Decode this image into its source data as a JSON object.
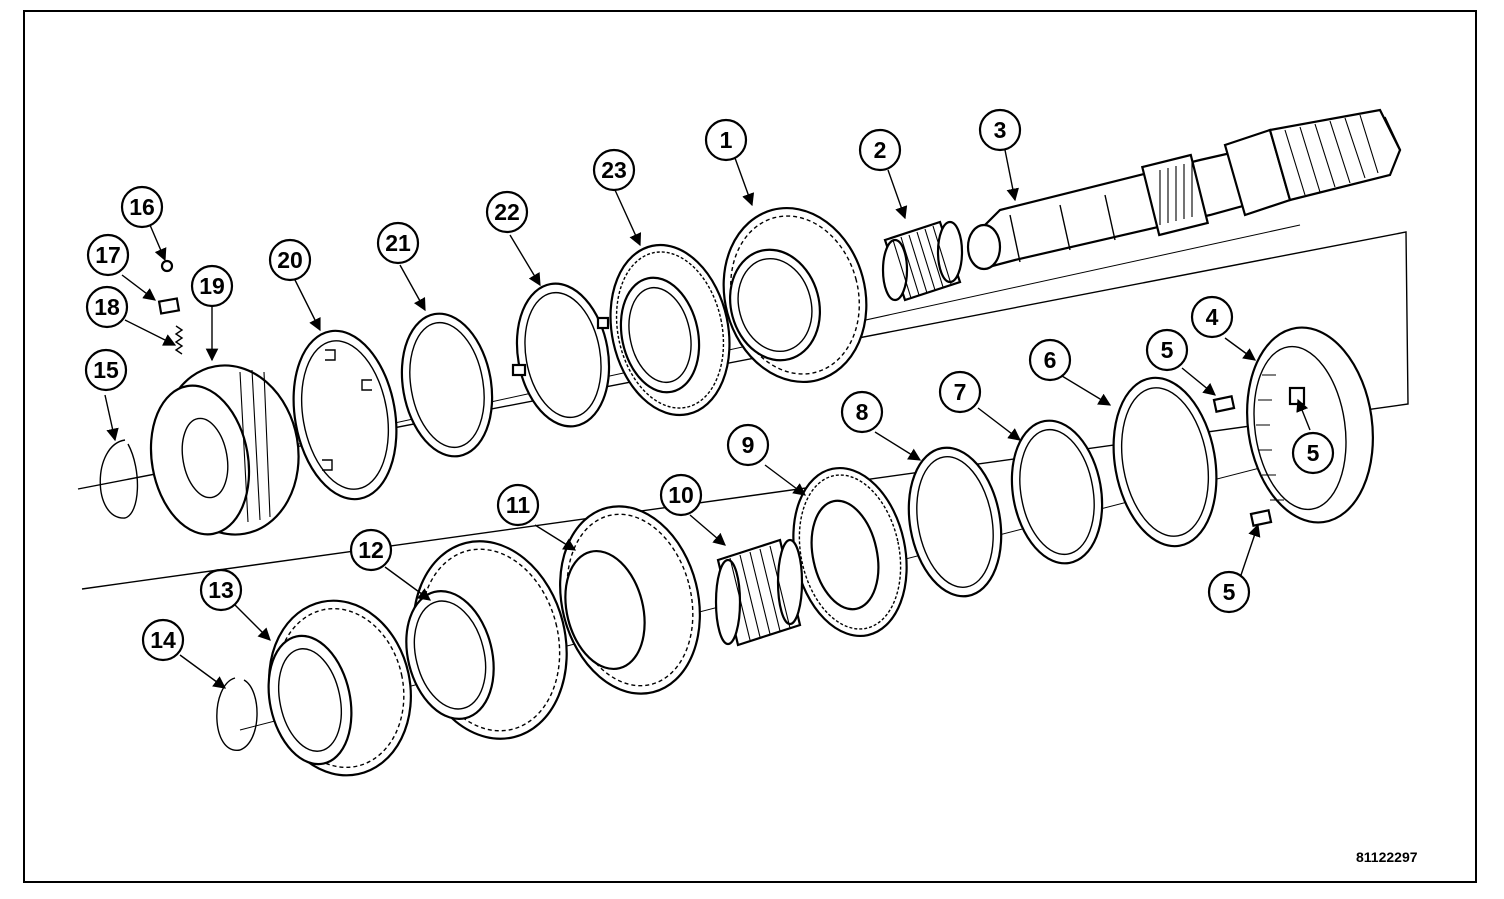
{
  "figure": {
    "id": "81122297",
    "callouts": [
      "1",
      "2",
      "3",
      "4",
      "5",
      "5",
      "5",
      "6",
      "7",
      "8",
      "9",
      "10",
      "11",
      "12",
      "13",
      "14",
      "15",
      "16",
      "17",
      "18",
      "19",
      "20",
      "21",
      "22",
      "23"
    ]
  }
}
